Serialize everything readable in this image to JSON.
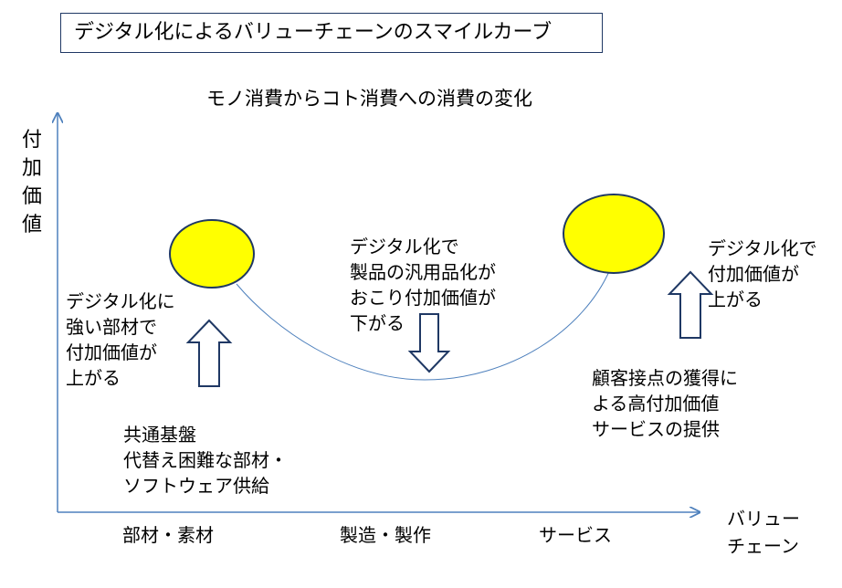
{
  "title": "デジタル化によるバリューチェーンのスマイルカーブ",
  "subtitle": "モノ消費からコト消費への消費の変化",
  "axes": {
    "y_label": "付加価値",
    "x_label_line1": "バリュー",
    "x_label_line2": "チェーン"
  },
  "categories": [
    "部材・素材",
    "製造・製作",
    "サービス"
  ],
  "annotations": {
    "left": "デジタル化に\n強い部材で\n付加価値が\n上がる",
    "middle": "デジタル化で\n製品の汎用品化が\nおこり付加価値が\n下がる",
    "right_top": "デジタル化で\n付加価値が\n上がる",
    "right_bottom": "顧客接点の獲得に\nよる高付加価値\nサービスの提供",
    "left_bottom": "共通基盤\n代替え困難な部材・\nソフトウェア供給"
  },
  "colors": {
    "axis": "#4f81bd",
    "curve": "#4f81bd",
    "ellipse_fill": "#ffff00",
    "ellipse_stroke": "#1f3864",
    "arrow_stroke": "#1f3864"
  }
}
